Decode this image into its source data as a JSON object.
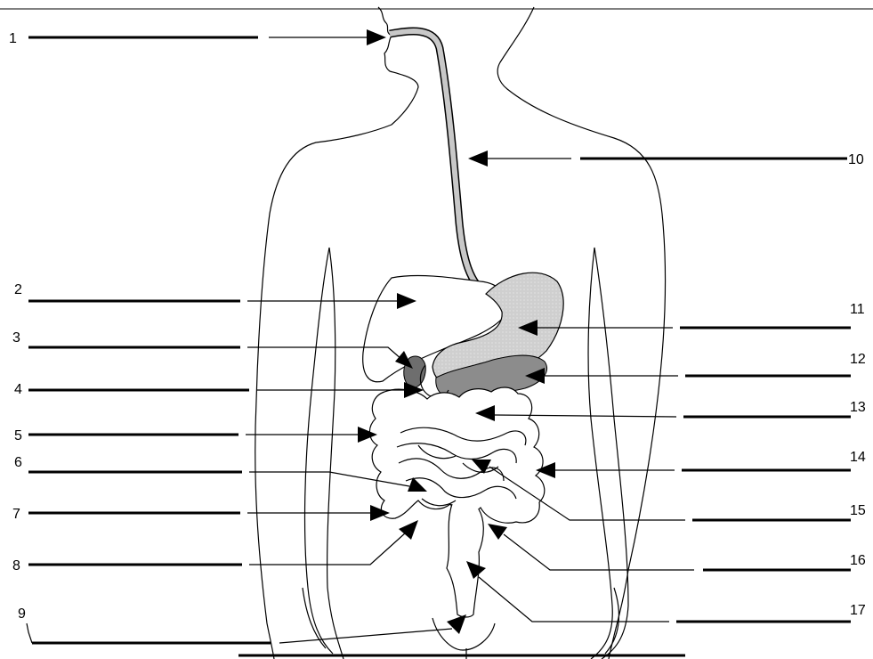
{
  "diagram": {
    "labels_left": [
      "1",
      "2",
      "3",
      "4",
      "5",
      "6",
      "7",
      "8",
      "9"
    ],
    "labels_right": [
      "10",
      "11",
      "12",
      "13",
      "14",
      "15",
      "16",
      "17"
    ]
  },
  "colors": {
    "stroke": "#000000",
    "esophagus": "#c8c8c8",
    "stomach": "#c9c9c9",
    "pancreas": "#8c8c8c",
    "background": "#ffffff"
  }
}
